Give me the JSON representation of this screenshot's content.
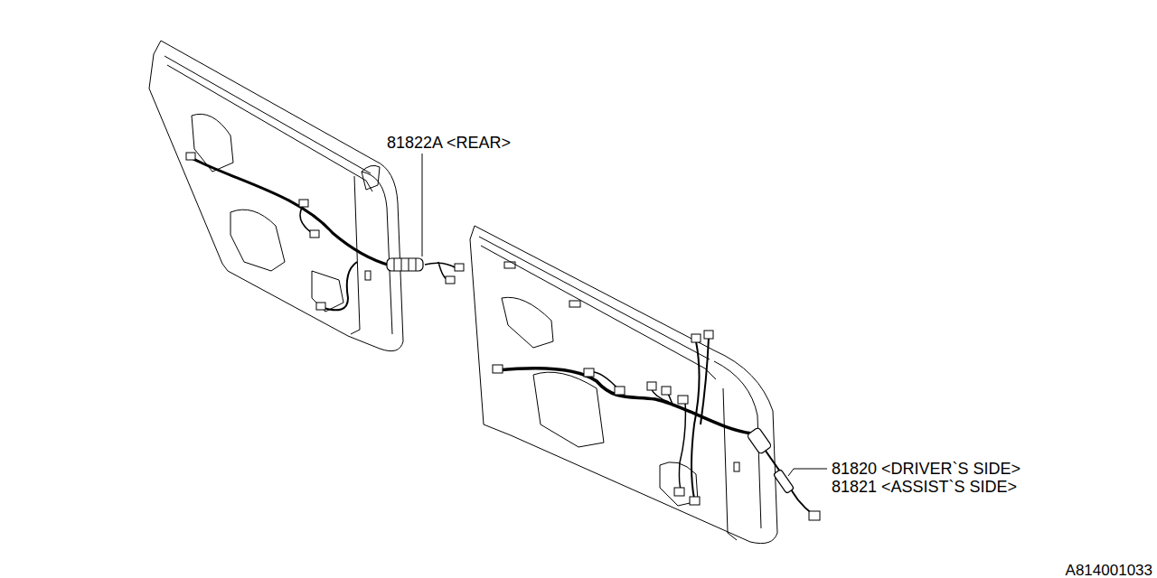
{
  "diagram": {
    "labels": [
      "81822A <REAR>",
      "81820 <DRIVER`S SIDE>",
      "81821 <ASSIST`S SIDE>",
      "A814001033"
    ]
  }
}
